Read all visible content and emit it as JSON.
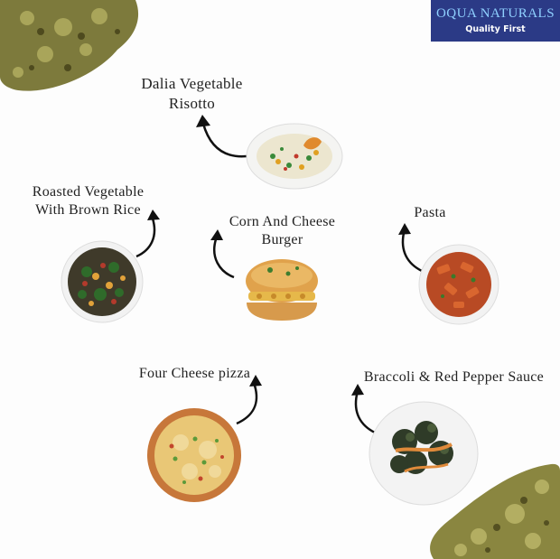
{
  "brand": {
    "name": "OQUA NATURALS",
    "tagline": "Quality First",
    "background": "#2b3a86",
    "name_color": "#8fd0ff"
  },
  "dishes": [
    {
      "label": "Dalia Vegetable Risotto",
      "line1": "Dalia Vegetable",
      "line2": "Risotto"
    },
    {
      "label": "Roasted Vegetable With Brown Rice",
      "line1": "Roasted Vegetable",
      "line2": "With Brown Rice"
    },
    {
      "label": "Corn And Cheese Burger",
      "line1": "Corn And Cheese",
      "line2": "Burger"
    },
    {
      "label": "Pasta",
      "line1": "Pasta"
    },
    {
      "label": "Four Cheese pizza",
      "line1": "Four Cheese pizza"
    },
    {
      "label": "Braccoli & Red Pepper Sauce",
      "line1": "Braccoli & Red Pepper Sauce"
    }
  ]
}
